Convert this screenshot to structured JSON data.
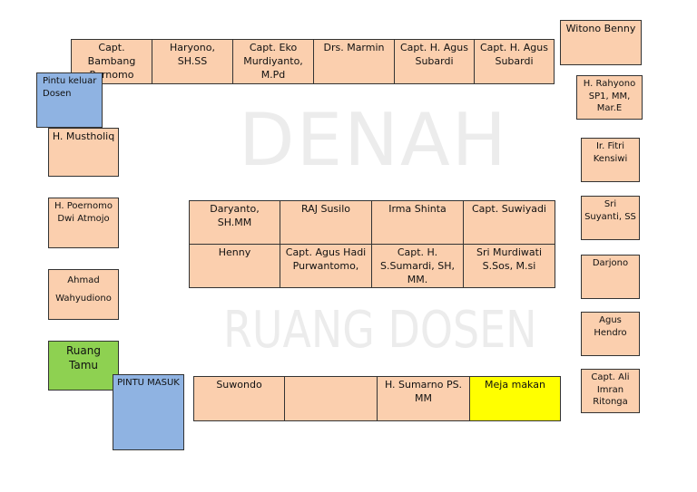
{
  "watermark": {
    "title": "DENAH",
    "subtitle": "RUANG DOSEN"
  },
  "doors": {
    "exit": "Pintu keluar Dosen",
    "entrance": "PINTU MASUK",
    "guest": "Ruang Tamu"
  },
  "top_row": [
    "Capt. Bambang Purnomo",
    "Haryono, SH.SS",
    "Capt. Eko Murdiyanto, M.Pd",
    "Drs. Marmin",
    "Capt. H. Agus Subardi",
    "Capt. H. Agus Subardi"
  ],
  "left_column": [
    "H. Mustholiq",
    "H. Poernomo Dwi Atmojo",
    "Ahmad Wahyudiono"
  ],
  "right_column": [
    "Witono Benny",
    "H. Rahyono SP1, MM, Mar.E",
    "Ir. Fitri Kensiwi",
    "Sri Suyanti, SS",
    "Darjono",
    "Agus Hendro",
    "Capt. Ali Imran Ritonga"
  ],
  "center_row1": [
    "Daryanto, SH.MM",
    "RAJ Susilo",
    "Irma Shinta",
    "Capt. Suwiyadi"
  ],
  "center_row2": [
    "Henny",
    "Capt. Agus Hadi Purwantomo,",
    "Capt. H. S.Sumardi, SH, MM.",
    "Sri Murdiwati S.Sos, M.si"
  ],
  "bottom_row": [
    "Suwondo",
    "",
    "H. Sumarno PS. MM",
    "Meja makan"
  ]
}
